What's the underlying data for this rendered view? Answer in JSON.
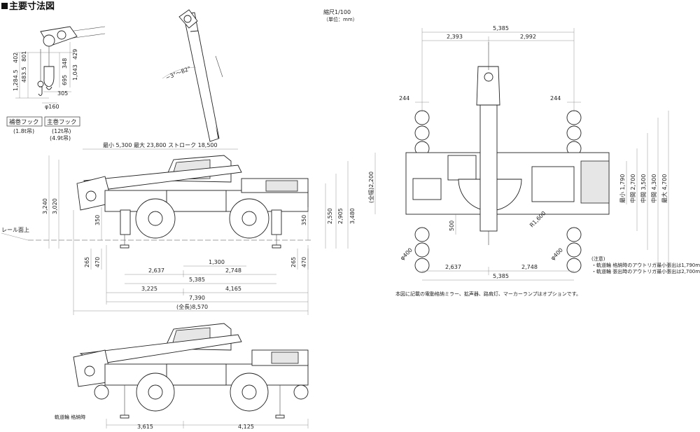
{
  "title": "主要寸法図",
  "scale": {
    "line1": "縮尺1/100",
    "line2": "（単位：mm）"
  },
  "hook_labels": {
    "aux": {
      "name": "補巻フック",
      "cap": "(1.8t吊)"
    },
    "main": {
      "name": "主巻フック",
      "cap1": "(12t吊)",
      "cap2": "(4.9t吊)"
    }
  },
  "hook_dims": {
    "d402": "402",
    "d348": "348",
    "d429": "429",
    "d1284": "1,284.5",
    "d801": "801",
    "d483": "483.5",
    "d695": "695",
    "d1043": "1,043",
    "d305": "305",
    "d160": "φ160"
  },
  "boom_angle": "−3°〜82°",
  "side": {
    "boom_length": "最小 5,300  最大 23,800  ストローク 18,500",
    "rail_label": "レール面上",
    "d3240": "3,240",
    "d3020": "3,020",
    "d2550": "2,550",
    "d2905": "2,905",
    "d3480": "3,480",
    "d350a": "350",
    "d350b": "350",
    "d265a": "265",
    "d470a": "470",
    "d265b": "265",
    "d470b": "470",
    "d1300": "1,300",
    "d2637": "2,637",
    "d2748": "2,748",
    "d5385": "5,385",
    "d3225": "3,225",
    "d4165": "4,165",
    "d7390": "7,390",
    "d8570": "(全長)8,570"
  },
  "bottom": {
    "label": "軌道輪 格納時",
    "d3615": "3,615",
    "d4125": "4,125"
  },
  "top": {
    "d5385": "5,385",
    "d2393": "2,393",
    "d2992": "2,992",
    "d244a": "244",
    "d244b": "244",
    "width": "(全幅)2,200",
    "d500": "500",
    "r1600": "R1,600",
    "d400a": "φ400",
    "d400b": "φ400",
    "d2637": "2,637",
    "d2748": "2,748",
    "d5385b": "5,385",
    "d1790": "最小 1,790",
    "d2700": "中間 2,700",
    "d3500": "中間 3,500",
    "d4300": "中間 4,300",
    "d4700": "最大 4,700"
  },
  "note": {
    "head": "(注意)",
    "l1": "・軌道輪 格納時のアウトリガ最小張出は1,790mm",
    "l2": "・軌道輪 張出時のアウトリガ最小張出は2,700mm"
  },
  "footnote": "本図に記載の電動格納ミラー、拡声器、路肩灯、マーカーランプはオプションです。"
}
